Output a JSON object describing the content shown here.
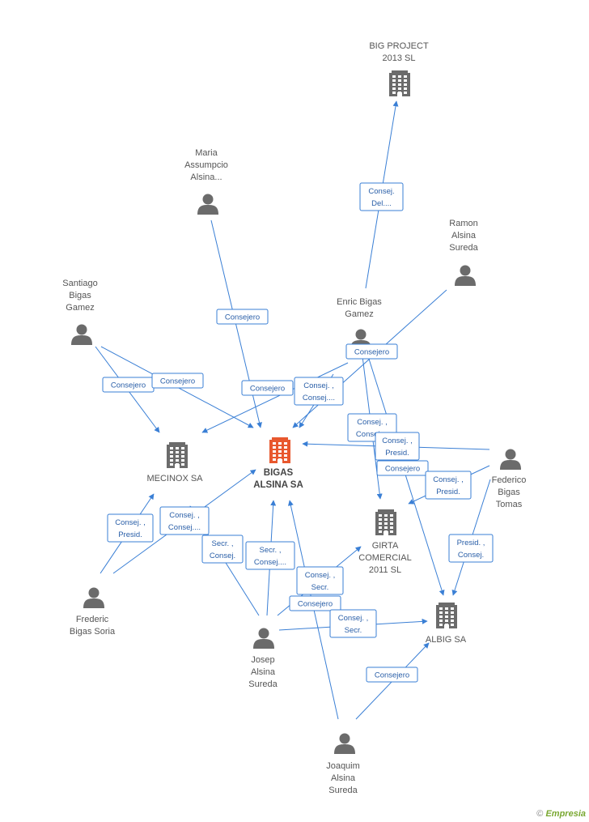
{
  "colors": {
    "edge": "#3a7fd5",
    "building": "#6b6b6b",
    "main_building": "#e8582e",
    "person": "#6b6b6b"
  },
  "nodes": [
    {
      "id": "bigas",
      "kind": "company",
      "main": true,
      "lines": [
        "BIGAS",
        "ALSINA SA"
      ]
    },
    {
      "id": "bigproject",
      "kind": "company",
      "lines": [
        "BIG PROJECT",
        "2013 SL"
      ]
    },
    {
      "id": "mecinox",
      "kind": "company",
      "lines": [
        "MECINOX SA"
      ]
    },
    {
      "id": "girta",
      "kind": "company",
      "lines": [
        "GIRTA",
        "COMERCIAL",
        "2011 SL"
      ]
    },
    {
      "id": "albig",
      "kind": "company",
      "lines": [
        "ALBIG SA"
      ]
    },
    {
      "id": "maria",
      "kind": "person",
      "lines": [
        "Maria",
        "Assumpcio",
        "Alsina..."
      ]
    },
    {
      "id": "ramon",
      "kind": "person",
      "lines": [
        "Ramon",
        "Alsina",
        "Sureda"
      ]
    },
    {
      "id": "santiago",
      "kind": "person",
      "lines": [
        "Santiago",
        "Bigas",
        "Gamez"
      ]
    },
    {
      "id": "enric",
      "kind": "person",
      "lines": [
        "Enric Bigas",
        "Gamez"
      ]
    },
    {
      "id": "federico",
      "kind": "person",
      "lines": [
        "Federico",
        "Bigas",
        "Tomas"
      ]
    },
    {
      "id": "frederic",
      "kind": "person",
      "lines": [
        "Frederic",
        "Bigas Soria"
      ]
    },
    {
      "id": "josep",
      "kind": "person",
      "lines": [
        "Josep",
        "Alsina",
        "Sureda"
      ]
    },
    {
      "id": "joaquim",
      "kind": "person",
      "lines": [
        "Joaquim",
        "Alsina",
        "Sureda"
      ]
    }
  ],
  "edge_labels": [
    {
      "lines": [
        "Consej.",
        "Del...."
      ]
    },
    {
      "lines": [
        "Consejero"
      ]
    },
    {
      "lines": [
        "Consejero"
      ]
    },
    {
      "lines": [
        "Consejero"
      ]
    },
    {
      "lines": [
        "Consejero"
      ]
    },
    {
      "lines": [
        "Consejero"
      ]
    },
    {
      "lines": [
        "Consej. ,",
        "Consej...."
      ]
    },
    {
      "lines": [
        "Consej. ,",
        "Consej...."
      ]
    },
    {
      "lines": [
        "Consej. ,",
        "Presid."
      ]
    },
    {
      "lines": [
        "Consejero"
      ]
    },
    {
      "lines": [
        "Consej. ,",
        "Presid."
      ]
    },
    {
      "lines": [
        "Consej. ,",
        "Presid."
      ]
    },
    {
      "lines": [
        "Consej. ,",
        "Consej...."
      ]
    },
    {
      "lines": [
        "Presid. ,",
        "Consej."
      ]
    },
    {
      "lines": [
        "Secr. ,",
        "Consej."
      ]
    },
    {
      "lines": [
        "Secr. ,",
        "Consej...."
      ]
    },
    {
      "lines": [
        "Consej. ,",
        "Secr."
      ]
    },
    {
      "lines": [
        "Consejero"
      ]
    },
    {
      "lines": [
        "Consej. ,",
        "Secr."
      ]
    },
    {
      "lines": [
        "Consejero"
      ]
    }
  ],
  "brand": {
    "copyright": "©",
    "name": "Empresia"
  }
}
